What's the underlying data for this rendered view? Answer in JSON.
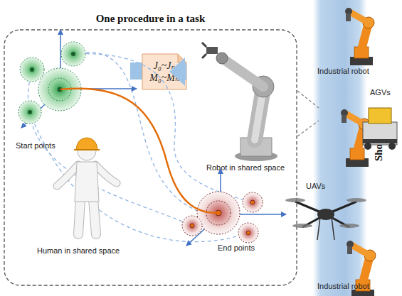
{
  "diagram": {
    "nodes": [
      {
        "text": [
          "One procedure in a task"
        ]
      },
      {
        "text": [
          "J₀~Jₙ",
          "M₀~Mₙ"
        ],
        "in": 0
      },
      {
        "text": [
          "Robot in shared space"
        ],
        "in": 0
      },
      {
        "text": [
          "Shop floor"
        ]
      }
    ],
    "edges": [
      {
        "from": 1,
        "to": 2,
        "arrow": "to"
      }
    ],
    "labels": [
      "Start points",
      "Human in shared space",
      "End points",
      "Industrial robot",
      "AGVs",
      "UAVs",
      "Industrial robot"
    ]
  }
}
